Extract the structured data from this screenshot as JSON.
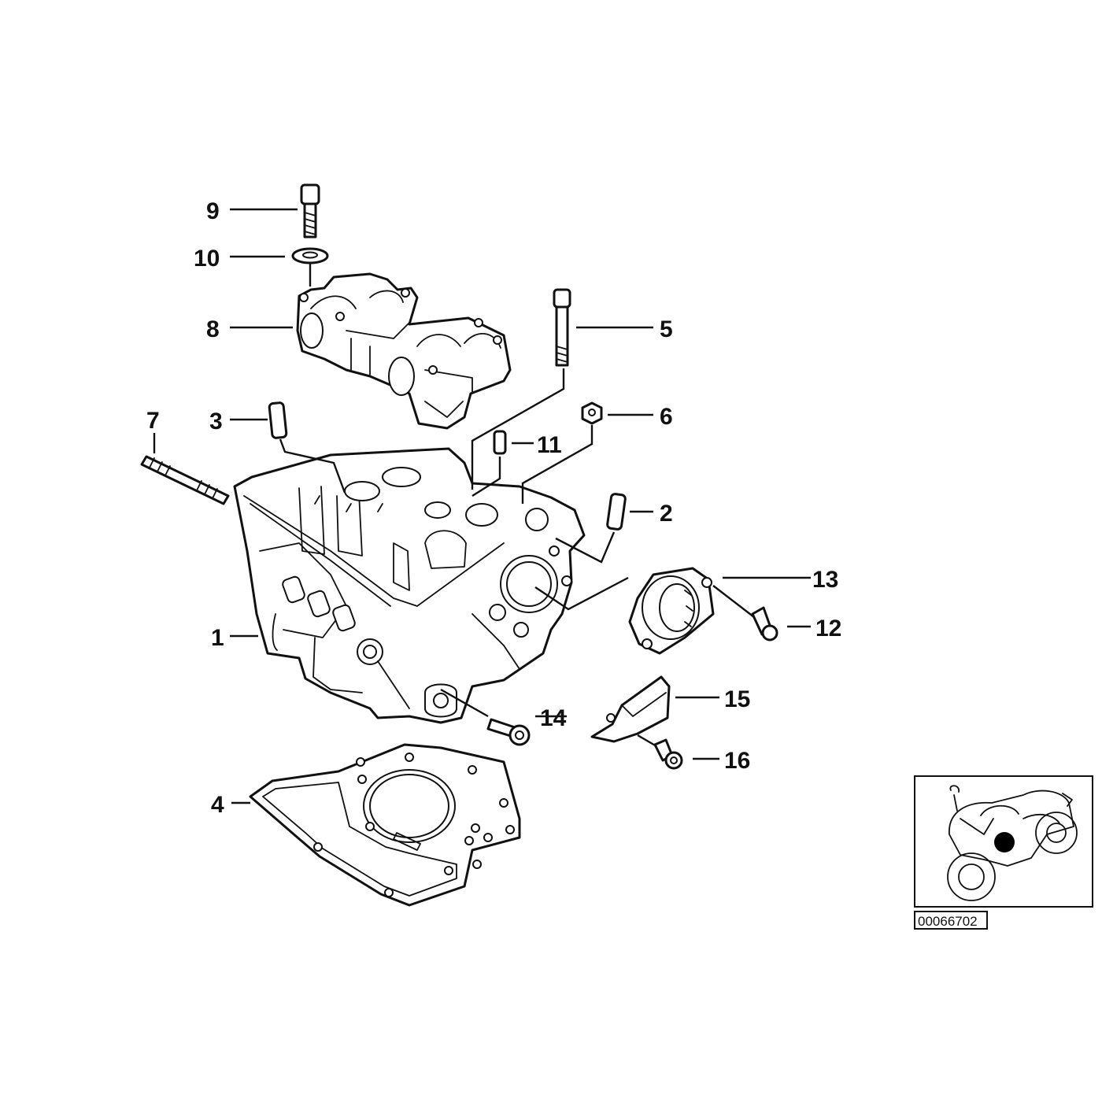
{
  "diagram": {
    "callouts": [
      {
        "id": "1",
        "label": "1"
      },
      {
        "id": "2",
        "label": "2"
      },
      {
        "id": "3",
        "label": "3"
      },
      {
        "id": "4",
        "label": "4"
      },
      {
        "id": "5",
        "label": "5"
      },
      {
        "id": "6",
        "label": "6"
      },
      {
        "id": "7",
        "label": "7"
      },
      {
        "id": "8",
        "label": "8"
      },
      {
        "id": "9",
        "label": "9"
      },
      {
        "id": "10",
        "label": "10"
      },
      {
        "id": "11",
        "label": "11"
      },
      {
        "id": "12",
        "label": "12"
      },
      {
        "id": "13",
        "label": "13"
      },
      {
        "id": "14",
        "label": "14"
      },
      {
        "id": "15",
        "label": "15"
      },
      {
        "id": "16",
        "label": "16"
      }
    ],
    "reference_code": "00066702",
    "colors": {
      "line": "#111111",
      "background": "#ffffff",
      "marker_dot": "#000000"
    }
  }
}
